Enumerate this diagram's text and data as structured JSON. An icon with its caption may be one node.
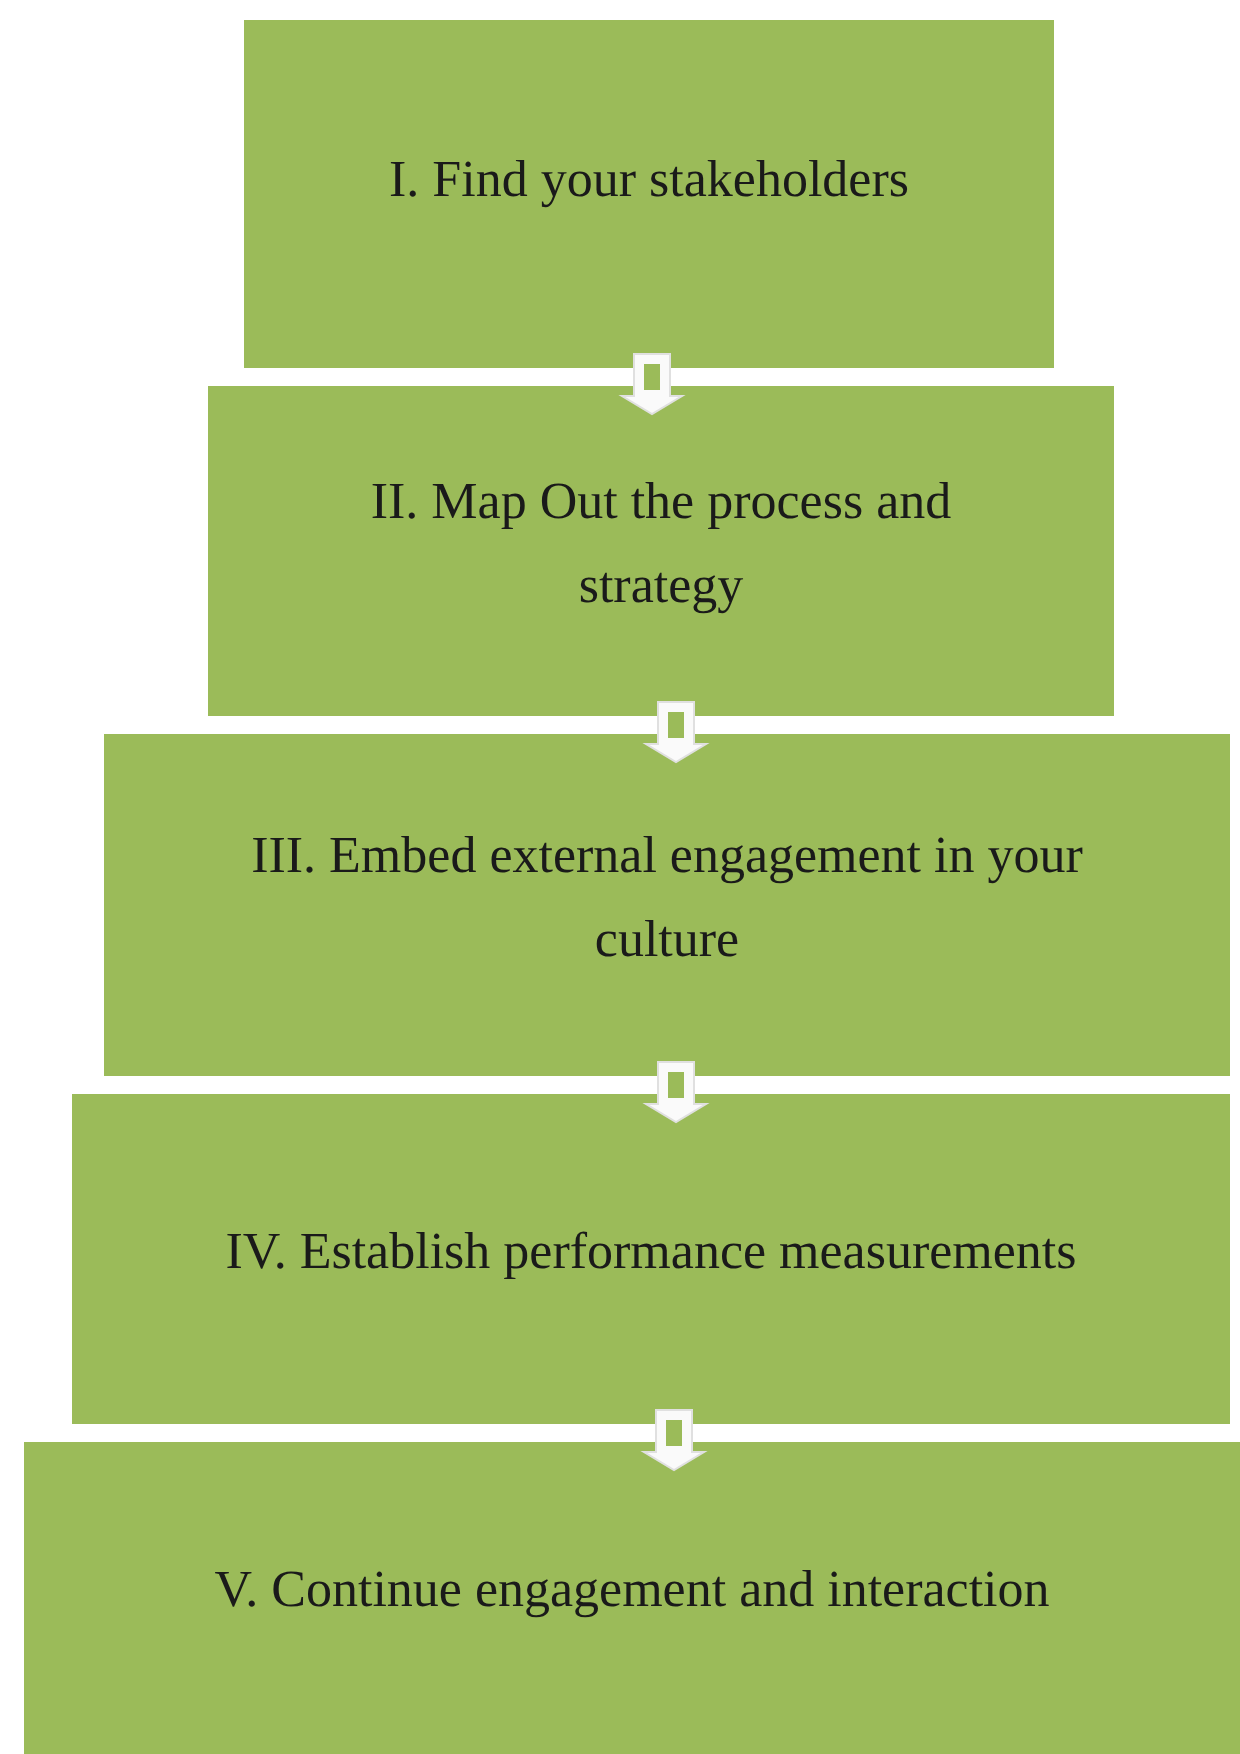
{
  "diagram": {
    "nodes": [
      {
        "text": [
          "I. Find your stakeholders"
        ]
      },
      {
        "text": [
          "II. Map Out the process and strategy"
        ]
      },
      {
        "text": [
          "III. Embed external engagement in your culture"
        ]
      },
      {
        "text": [
          "IV. Establish performance measurements"
        ]
      },
      {
        "text": [
          "V. Continue engagement and interaction"
        ]
      }
    ],
    "edges": [
      {
        "from": 0,
        "to": 1,
        "arrow": "to"
      },
      {
        "from": 1,
        "to": 2,
        "arrow": "to"
      },
      {
        "from": 2,
        "to": 3,
        "arrow": "to"
      },
      {
        "from": 3,
        "to": 4,
        "arrow": "to"
      }
    ]
  }
}
